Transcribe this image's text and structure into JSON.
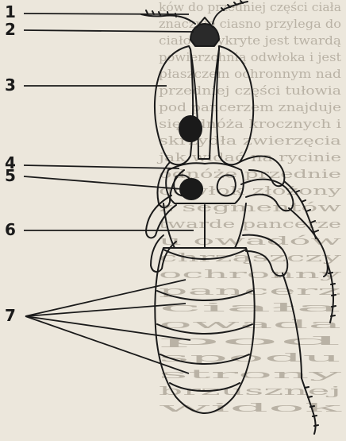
{
  "figure": {
    "callouts": [
      "1",
      "2",
      "3",
      "4",
      "5",
      "6",
      "7"
    ],
    "background_color": "#ece7dc",
    "ink_color": "#1a1a1a",
    "bleed_text_lines": [
      "ków do przedniej części ciała",
      "znacznie ciasno przylega do",
      "ciało przykryte jest twardą",
      "powierzchnią odwłoka i jest",
      "płaszczem ochronnym nad",
      "przedniej części tułowia",
      "pod pancerzem znajduje",
      "się odnóża krocznych i",
      "skrzydła zwierzęcia",
      "jak widać na rycinie",
      "odnóże przednie",
      "odwłok złożony",
      "z segmentów",
      "twarde pancerze",
      "u owadów",
      "chrząszczy",
      "ochronny",
      "pancerz",
      "ciała",
      "owada",
      "pod",
      "spodu",
      "strony",
      "brzusznej",
      "widok"
    ]
  }
}
